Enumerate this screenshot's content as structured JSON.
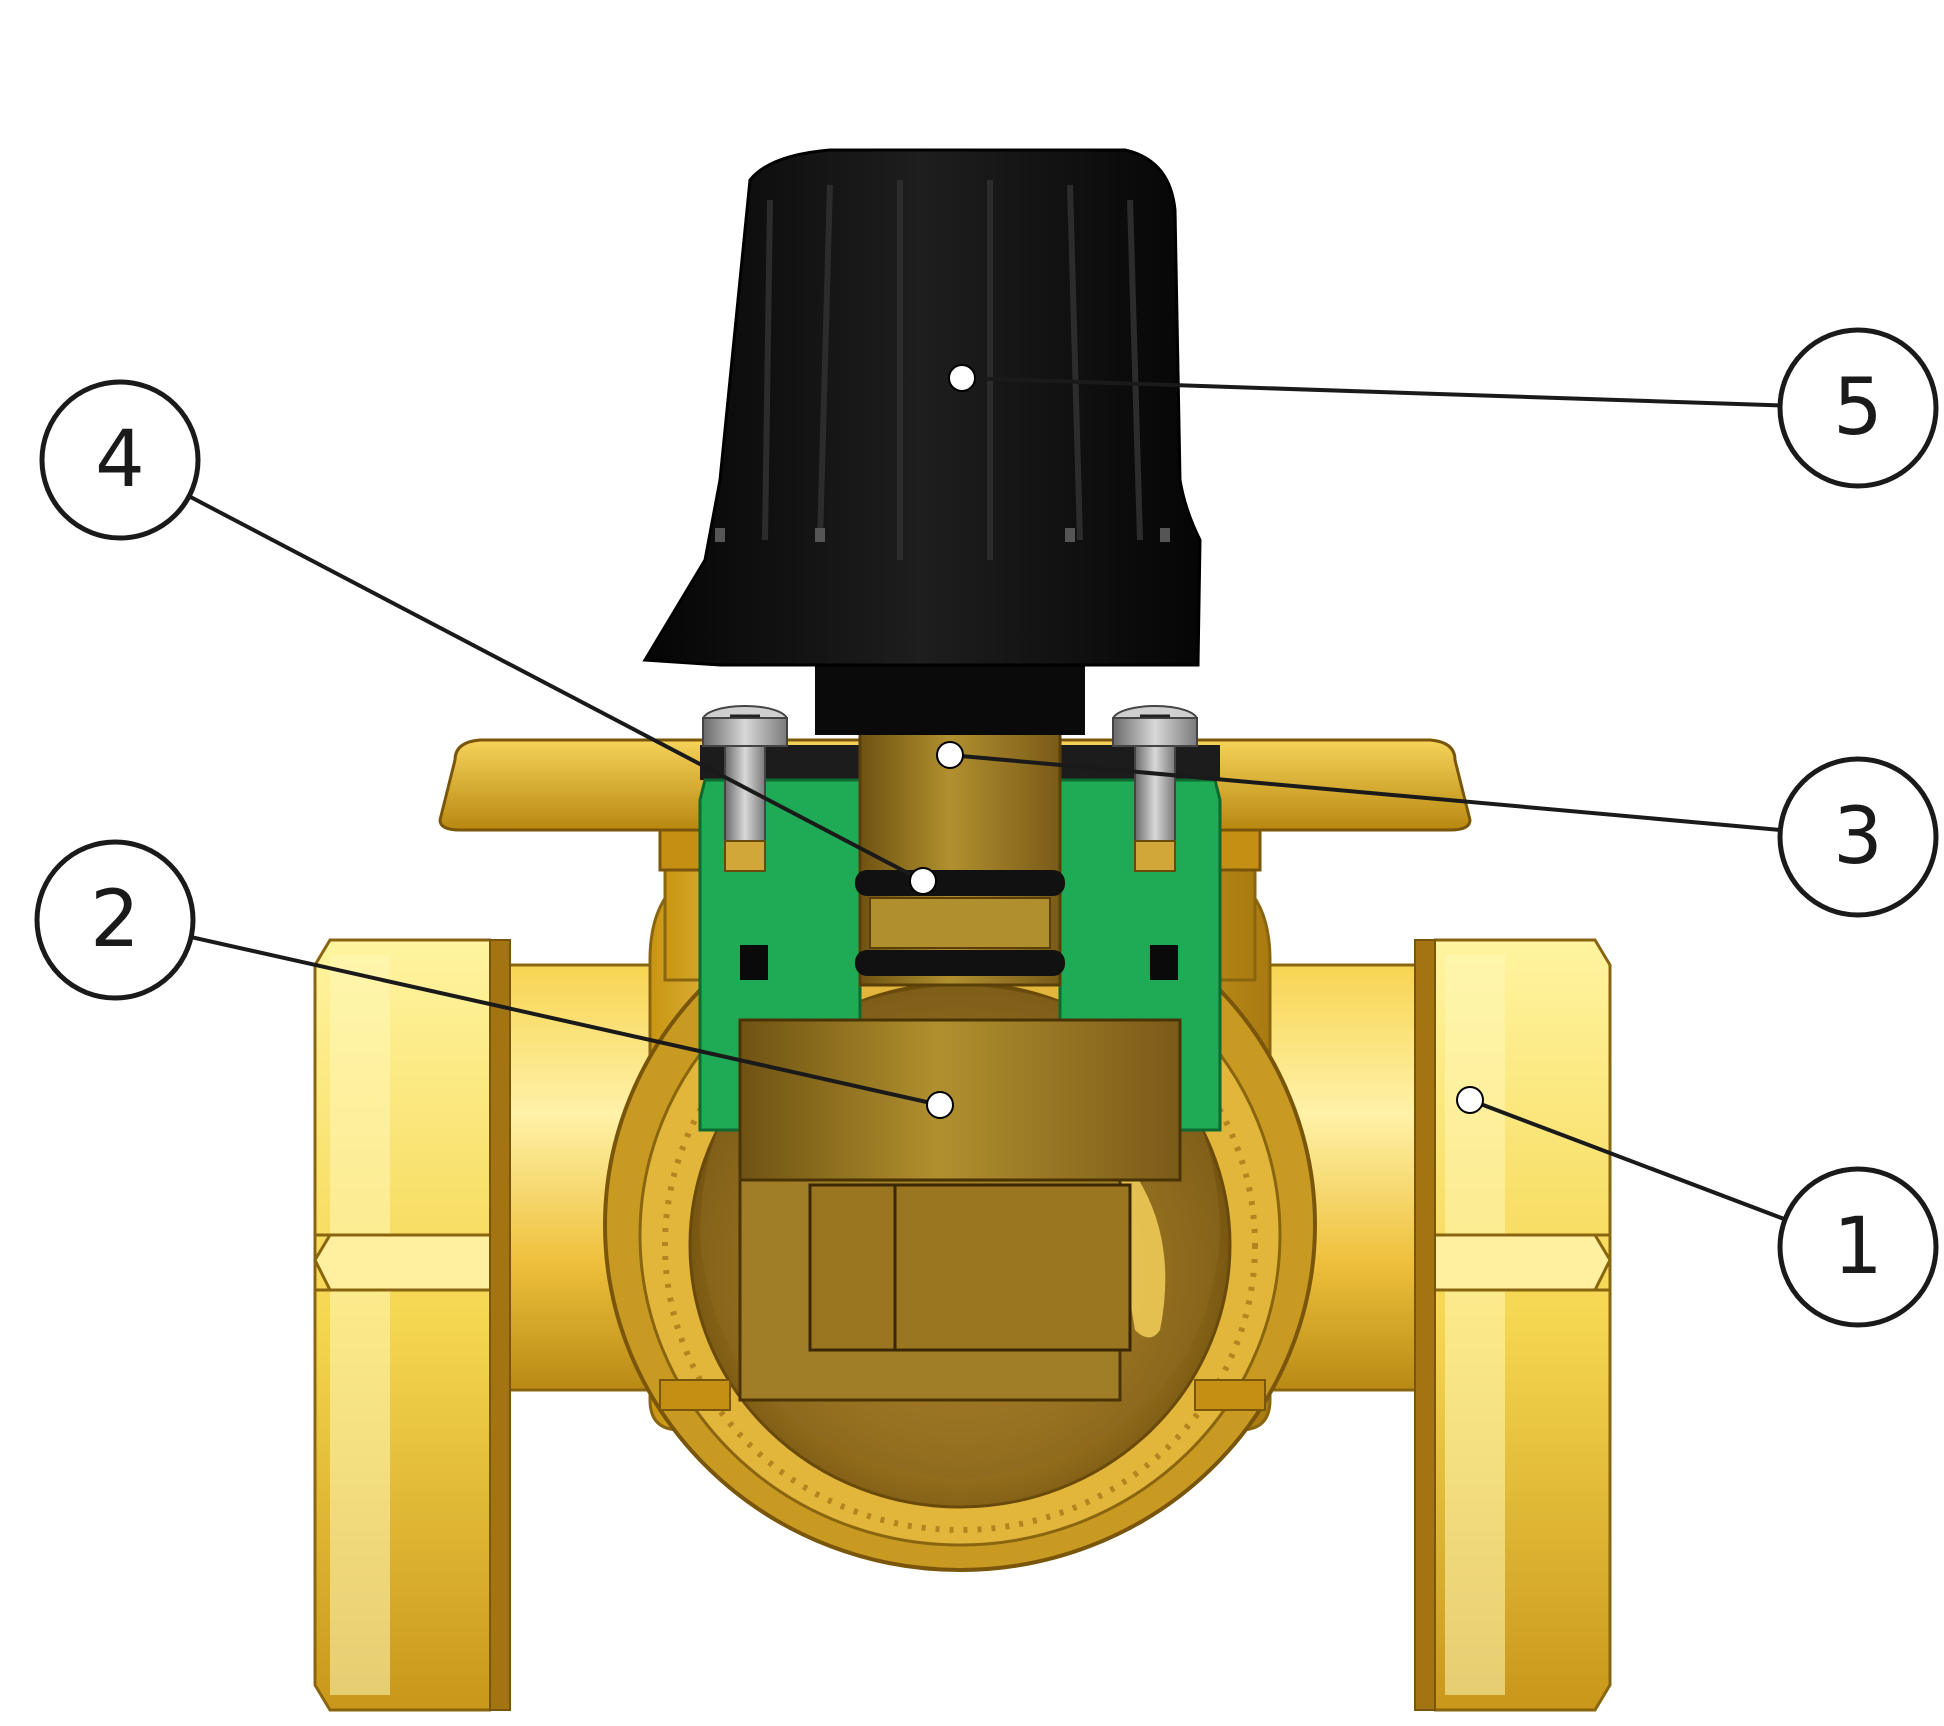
{
  "diagram": {
    "callouts": [
      {
        "id": "1",
        "label": "1"
      },
      {
        "id": "2",
        "label": "2"
      },
      {
        "id": "3",
        "label": "3"
      },
      {
        "id": "4",
        "label": "4"
      },
      {
        "id": "5",
        "label": "5"
      }
    ],
    "colors": {
      "brass_light": "#fbe98a",
      "brass_mid": "#e6b834",
      "brass_dark": "#8c6a18",
      "bronze": "#9c7a2c",
      "seal_green": "#1faa55",
      "knob_black": "#0c0c0c",
      "steel": "#9a9a9a",
      "outline": "#1a1a1a",
      "background": "#ffffff"
    }
  }
}
